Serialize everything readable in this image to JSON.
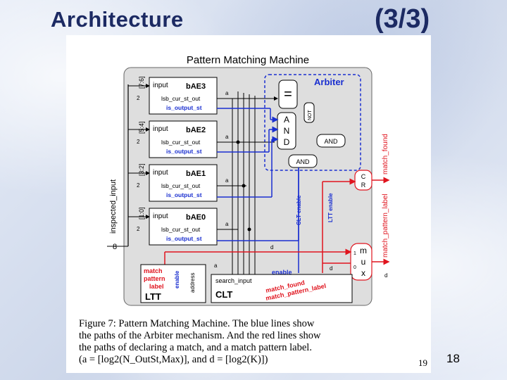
{
  "slide": {
    "title": "Architecture",
    "title_part": "(3/3)",
    "page_number": "18"
  },
  "figure": {
    "heading": "Pattern Matching Machine",
    "arbiter_label": "Arbiter",
    "equal_symbol": "=",
    "not_label": "NOT",
    "and_big": [
      "A",
      "N",
      "D"
    ],
    "and_small_1": "AND",
    "and_small_2": "AND",
    "cr": [
      "C",
      "R"
    ],
    "mux": [
      "m",
      "u",
      "x"
    ],
    "mux_in_1": "1",
    "mux_in_0": "0",
    "bae_blocks": [
      {
        "name": "bAE3",
        "input": "input",
        "lsb": "lsb_cur_st_out",
        "out": "is_output_st",
        "range": "[7:6]"
      },
      {
        "name": "bAE2",
        "input": "input",
        "lsb": "lsb_cur_st_out",
        "out": "is_output_st",
        "range": "[5:4]"
      },
      {
        "name": "bAE1",
        "input": "input",
        "lsb": "lsb_cur_st_out",
        "out": "is_output_st",
        "range": "[3:2]"
      },
      {
        "name": "bAE0",
        "input": "input",
        "lsb": "lsb_cur_st_out",
        "out": "is_output_st",
        "range": "[1:0]"
      }
    ],
    "bus_width_2": "2",
    "inspected_input": "inspected_input",
    "sigma": "8",
    "wire_a": "a",
    "wire_d": "d",
    "clt_enable": "CLT enable",
    "ltt_enable": "LTT enable",
    "match_found": "match_found",
    "match_pattern_label": "match_pattern_label",
    "enable": "enable",
    "ltt_match": "match",
    "ltt_pattern": "pattern",
    "ltt_label": "label",
    "ltt_enable_v": "enable",
    "ltt_address_v": "address",
    "ltt_name": "LTT",
    "clt_search": "search_input",
    "clt_name": "CLT",
    "clt_match_found": "match_found",
    "clt_match_pattern_label": "match_pattern_label",
    "caption_lines": [
      "Figure 7:  Pattern Matching Machine.  The blue lines show",
      "the paths of the Arbiter mechanism.  And the red lines show",
      "the paths of declaring a match, and a match pattern label.",
      "(a = [log2(N_OutSt,Max)], and d = [log2(K)])"
    ],
    "inner_page": "19"
  },
  "colors": {
    "blue": "#1a2fd0",
    "red": "#e0141e",
    "title": "#1c2a63"
  }
}
